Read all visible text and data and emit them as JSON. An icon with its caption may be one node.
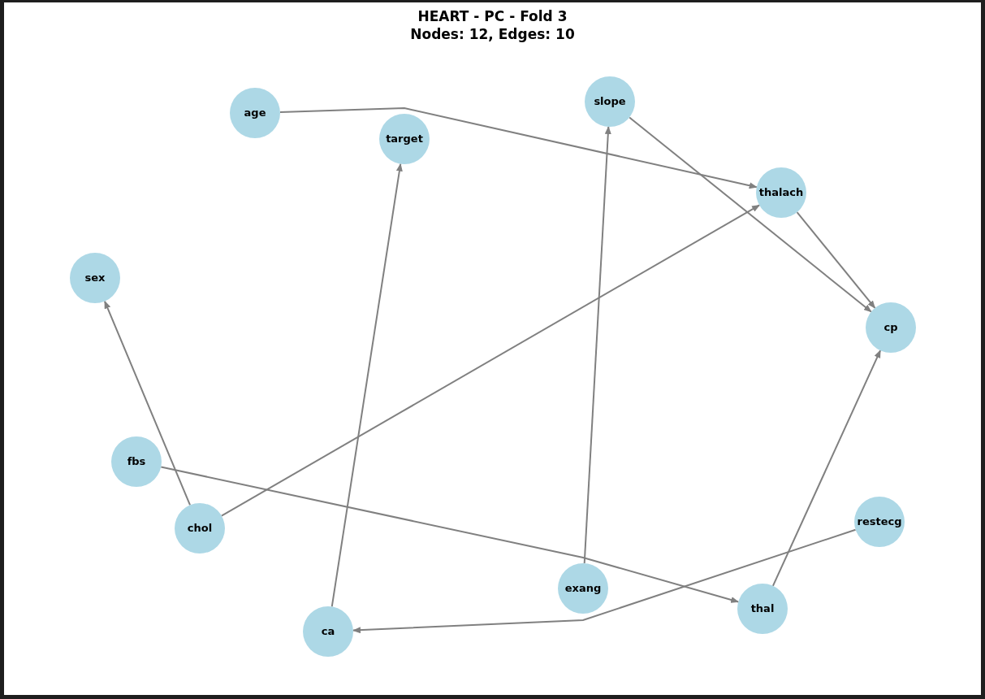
{
  "diagram": {
    "title": "HEART - PC - Fold 3",
    "labels": [
      "Nodes: 12, Edges: 10"
    ],
    "nodes": [
      {
        "text": [
          "age"
        ]
      },
      {
        "text": [
          "target"
        ]
      },
      {
        "text": [
          "slope"
        ]
      },
      {
        "text": [
          "thalach"
        ]
      },
      {
        "text": [
          "sex"
        ]
      },
      {
        "text": [
          "cp"
        ]
      },
      {
        "text": [
          "fbs"
        ]
      },
      {
        "text": [
          "chol"
        ]
      },
      {
        "text": [
          "restecg"
        ]
      },
      {
        "text": [
          "exang"
        ]
      },
      {
        "text": [
          "thal"
        ]
      },
      {
        "text": [
          "ca"
        ]
      }
    ],
    "edges": [
      {
        "from": 0,
        "to": 3,
        "arrow": "to"
      },
      {
        "from": 2,
        "to": 5,
        "arrow": "to"
      },
      {
        "from": 3,
        "to": 5,
        "arrow": "to"
      },
      {
        "from": 7,
        "to": 4,
        "arrow": "to"
      },
      {
        "from": 7,
        "to": 3,
        "arrow": "to"
      },
      {
        "from": 11,
        "to": 1,
        "arrow": "to"
      },
      {
        "from": 9,
        "to": 2,
        "arrow": "to"
      },
      {
        "from": 6,
        "to": 10,
        "arrow": "to"
      },
      {
        "from": 8,
        "to": 11,
        "arrow": "to"
      },
      {
        "from": 10,
        "to": 5,
        "arrow": "to"
      }
    ]
  }
}
